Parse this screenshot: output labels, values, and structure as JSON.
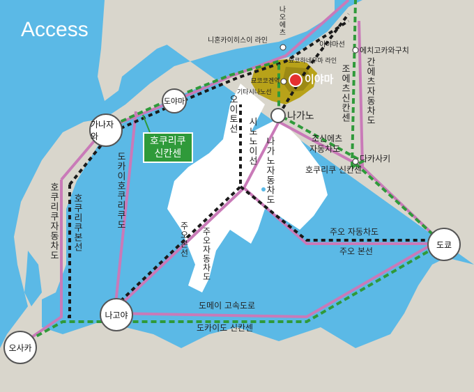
{
  "title": "Access",
  "cities": {
    "osaka": "오사카",
    "nagoya": "나고야",
    "kanazawa": "가나자와",
    "toyama": "도야마",
    "tokyo": "도쿄",
    "nagano": "나가노",
    "iiyama": "이야마"
  },
  "badge": {
    "line1": "호쿠리쿠",
    "line2": "신칸센"
  },
  "labels": {
    "naoetsu": "나오에츠",
    "nihonkai": "니혼카이히스이 라인",
    "iiyama_line": "이야마선",
    "myoko_line": "묘코하네우마 라인",
    "myokokogen": "묘코코겐역",
    "kitashinano": "기타시나노선",
    "echigo": "에치고카와구치",
    "kanetsu": "간에츠자동차도",
    "joetsu_shinkansen": "조에츠신칸센",
    "joshinetsu": "조신에츠",
    "joshinetsu2": "자동차도",
    "takasaki": "다카사키",
    "hokuriku_shinkansen_small": "호쿠리쿠 신칸센",
    "oito": "오이토선",
    "shinonoi": "시노노이선",
    "nagano_expy": "나가노자동차도",
    "tokai_hokuriku": "도카이호쿠리쿠도",
    "hokuriku_expy": "호쿠리쿠자동차도",
    "hokuriku_main": "호쿠리쿠본선",
    "chuo_main_v": "주오본선",
    "chuo_expy_v": "주오자동차도",
    "chuo_expy": "주오 자동차도",
    "chuo_main": "주오 본선",
    "tomei": "도메이 고속도로",
    "tokaido": "도카이도 신칸센"
  },
  "colors": {
    "sea": "#5bb9e6",
    "land": "#d9d6cc",
    "highway": "#c97ab8",
    "shinkansen": "#2f9a3a",
    "rail": "#1a1a1a",
    "iiyama_area": "#b8a219",
    "highlight": "#ffffff",
    "iiyama_dot": "#e53030"
  }
}
